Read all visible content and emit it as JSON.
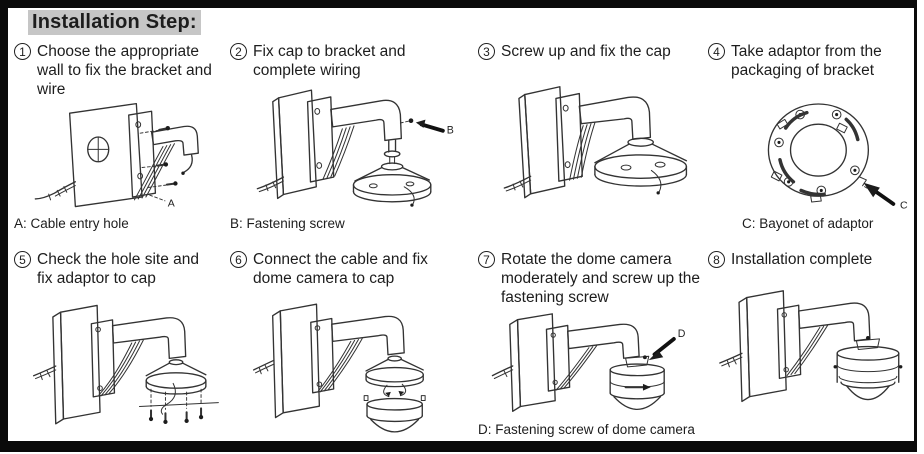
{
  "page": {
    "title": "Installation Step:"
  },
  "colors": {
    "frame": "#0a0a0a",
    "text": "#1d1d1d",
    "line_art": "#333333",
    "title_highlight": "#c6c6c6"
  },
  "steps": [
    {
      "number": "1",
      "title": "Choose the appropriate wall to fix the bracket and wire",
      "caption": "A: Cable entry hole",
      "annotation": "A"
    },
    {
      "number": "2",
      "title": "Fix cap to bracket and complete wiring",
      "caption": "B: Fastening screw",
      "annotation": "B"
    },
    {
      "number": "3",
      "title": "Screw up and fix the cap",
      "caption": "",
      "annotation": ""
    },
    {
      "number": "4",
      "title": "Take adaptor from the packaging of bracket",
      "caption": "C: Bayonet of adaptor",
      "annotation": "C"
    },
    {
      "number": "5",
      "title": "Check the hole site and fix adaptor to cap",
      "caption": "",
      "annotation": ""
    },
    {
      "number": "6",
      "title": "Connect the cable and fix dome camera to cap",
      "caption": "",
      "annotation": ""
    },
    {
      "number": "7",
      "title": "Rotate the dome camera moderately and screw up the fastening screw",
      "caption": "D: Fastening screw of dome camera",
      "annotation": "D"
    },
    {
      "number": "8",
      "title": "Installation complete",
      "caption": "",
      "annotation": ""
    }
  ]
}
